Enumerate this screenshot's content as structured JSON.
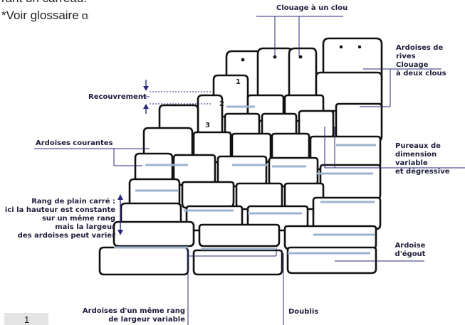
{
  "header": {
    "cut_line": "rant un carreau.",
    "glossary_link": "*Voir glossaire",
    "glossary_icon": "external-link-icon"
  },
  "labels": {
    "clouage_un_clou": "Clouage à un clou",
    "ardoises_de_rives": [
      "Ardoises de rives",
      "Clouage",
      "à deux clous"
    ],
    "recouvrement": "Recouvrement",
    "ardoises_courantes": "Ardoises courantes",
    "pureaux": [
      "Pureaux de",
      "dimension variable",
      "et dégressive"
    ],
    "rang_plain_carre": [
      "Rang de plain carré :",
      "ici la hauteur est constante",
      "sur un même rang",
      "mais la largeur",
      "des ardoises peut varier"
    ],
    "ardoise_egout": [
      "Ardoise",
      "d'égout"
    ],
    "meme_rang": [
      "Ardoises d'un même rang",
      "de largeur variable"
    ],
    "doublis": "Doublis"
  },
  "row_numbers": [
    "1",
    "2",
    "3"
  ],
  "page_number": "1",
  "colors": {
    "line": "#2a2a7a",
    "ink": "#111111",
    "shadow": "#9fb3cf"
  }
}
